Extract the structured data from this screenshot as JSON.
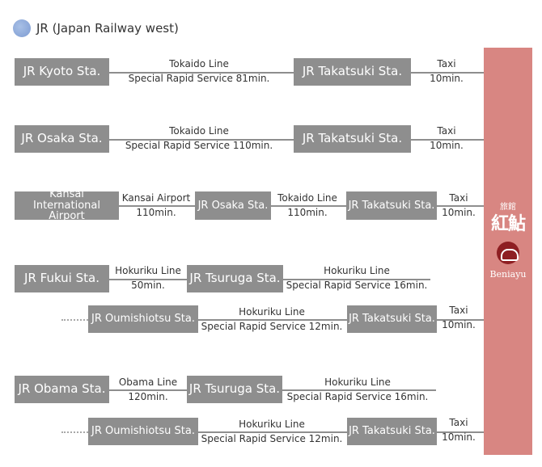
{
  "header": {
    "title": "JR (Japan Railway west)"
  },
  "ryokan": {
    "type": "旅館",
    "name": "紅鮎",
    "name_en": "Beniayu"
  },
  "routes": {
    "r1": {
      "from": "JR Kyoto Sta.",
      "leg1": {
        "line": "Tokaido Line",
        "detail": "Special Rapid Service 81min."
      },
      "mid": "JR Takatsuki Sta.",
      "leg2": {
        "line": "Taxi",
        "detail": "10min."
      }
    },
    "r2": {
      "from": "JR Osaka Sta.",
      "leg1": {
        "line": "Tokaido Line",
        "detail": "Special Rapid Service 110min."
      },
      "mid": "JR Takatsuki Sta.",
      "leg2": {
        "line": "Taxi",
        "detail": "10min."
      }
    },
    "r3": {
      "from": "Kansai International Airport",
      "leg1": {
        "line": "Kansai Airport",
        "detail": "110min."
      },
      "mid1": "JR Osaka Sta.",
      "leg2": {
        "line": "Tokaido Line",
        "detail": "110min."
      },
      "mid2": "JR Takatsuki Sta.",
      "leg3": {
        "line": "Taxi",
        "detail": "10min."
      }
    },
    "r4": {
      "from": "JR Fukui Sta.",
      "leg1": {
        "line": "Hokuriku Line",
        "detail": "50min."
      },
      "mid": "JR Tsuruga Sta.",
      "leg2": {
        "line": "Hokuriku Line",
        "detail": "Special Rapid Service 16min."
      },
      "via": "JR Oumishiotsu Sta.",
      "leg3": {
        "line": "Hokuriku Line",
        "detail": "Special Rapid Service 12min."
      },
      "to": "JR Takatsuki Sta.",
      "leg4": {
        "line": "Taxi",
        "detail": "10min."
      }
    },
    "r5": {
      "from": "JR Obama Sta.",
      "leg1": {
        "line": "Obama Line",
        "detail": "120min."
      },
      "mid": "JR Tsuruga Sta.",
      "leg2": {
        "line": "Hokuriku Line",
        "detail": "Special Rapid Service 16min."
      },
      "via": "JR Oumishiotsu Sta.",
      "leg3": {
        "line": "Hokuriku Line",
        "detail": "Special Rapid Service 12min."
      },
      "to": "JR Takatsuki Sta.",
      "leg4": {
        "line": "Taxi",
        "detail": "10min."
      }
    }
  }
}
